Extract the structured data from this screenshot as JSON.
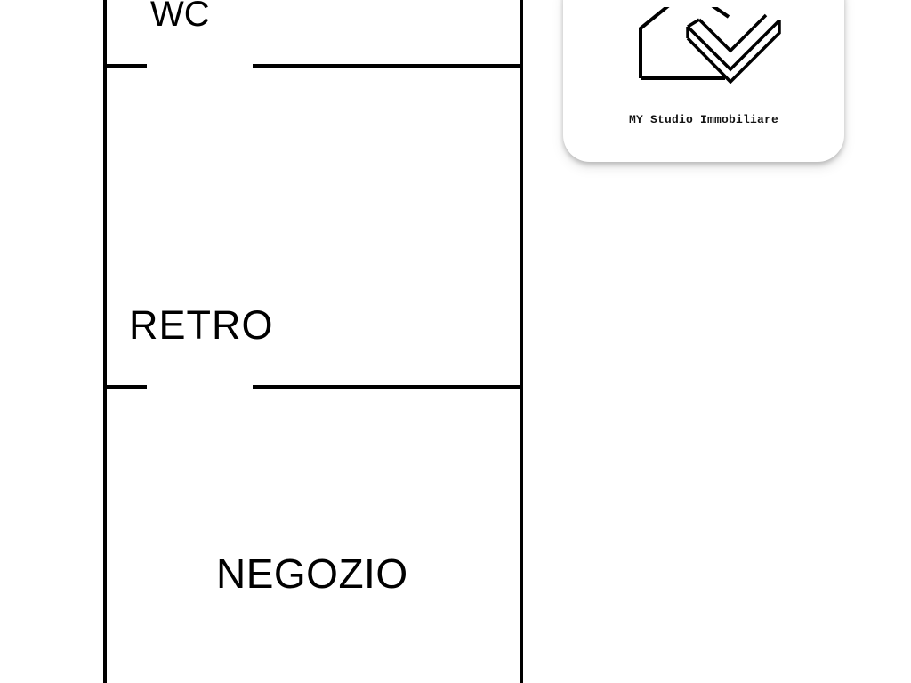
{
  "floor_plan": {
    "rooms": [
      {
        "id": "wc",
        "label": "WC"
      },
      {
        "id": "retro",
        "label": "RETRO"
      },
      {
        "id": "negozio",
        "label": "NEGOZIO"
      }
    ]
  },
  "logo": {
    "text": "MY Studio Immobiliare",
    "icon": "house-check-icon"
  },
  "colors": {
    "wall": "#000000",
    "background": "#ffffff"
  }
}
